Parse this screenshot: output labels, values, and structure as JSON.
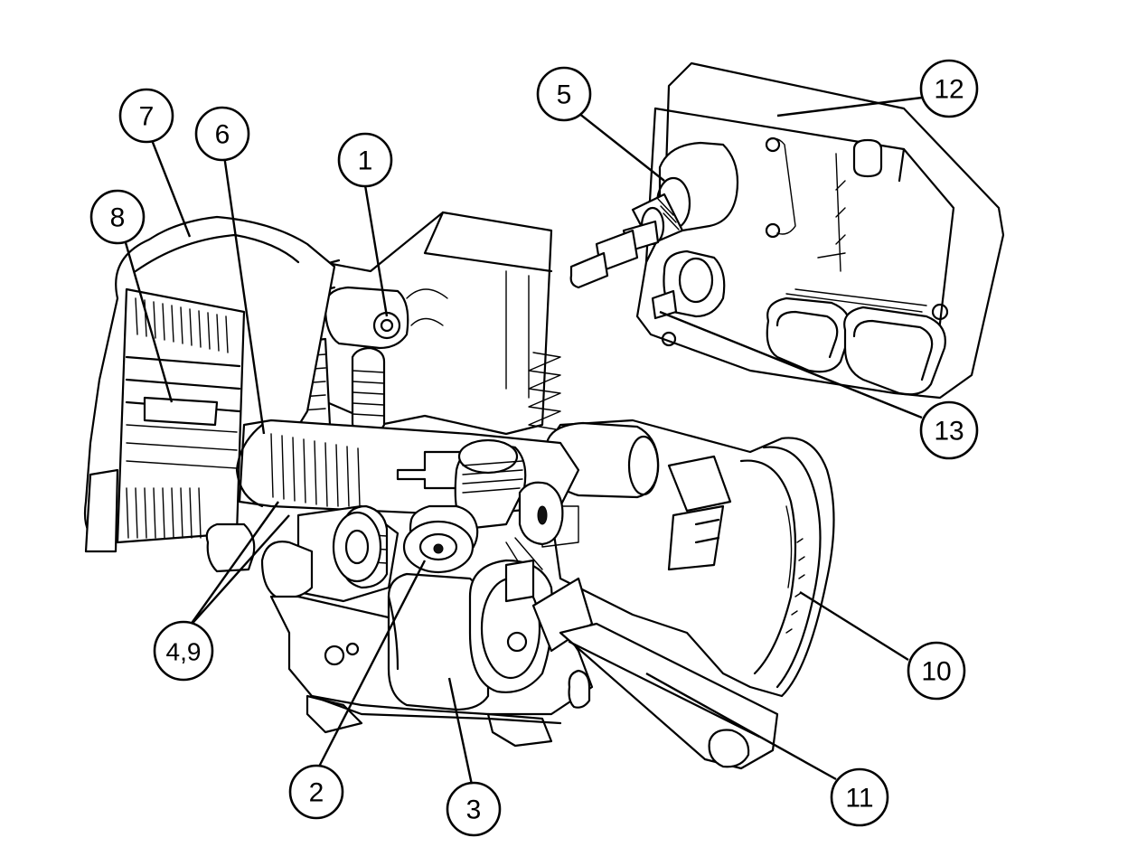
{
  "callouts": [
    {
      "id": "c1",
      "label": "1"
    },
    {
      "id": "c2",
      "label": "2"
    },
    {
      "id": "c3",
      "label": "3"
    },
    {
      "id": "c49",
      "label": "4,9"
    },
    {
      "id": "c5",
      "label": "5"
    },
    {
      "id": "c6",
      "label": "6"
    },
    {
      "id": "c7",
      "label": "7"
    },
    {
      "id": "c8",
      "label": "8"
    },
    {
      "id": "c10",
      "label": "10"
    },
    {
      "id": "c11",
      "label": "11"
    },
    {
      "id": "c12",
      "label": "12"
    },
    {
      "id": "c13",
      "label": "13"
    }
  ]
}
